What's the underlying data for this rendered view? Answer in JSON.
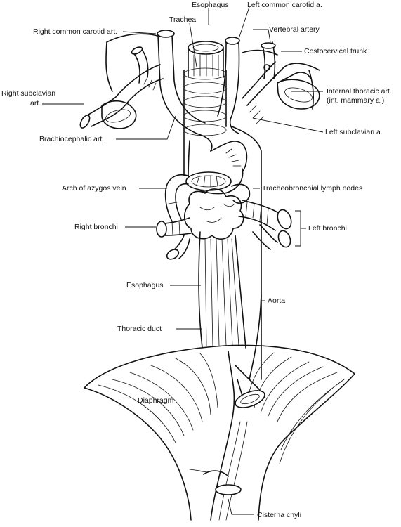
{
  "labels": {
    "esophagus_top": "Esophagus",
    "left_common_carotid": "Left common carotid a.",
    "trachea": "Trachea",
    "right_common_carotid": "Right common carotid art.",
    "vertebral_artery": "Vertebral artery",
    "costocervical_trunk": "Costocervical trunk",
    "right_subclavian_1": "Right subclavian",
    "right_subclavian_2": "art.",
    "internal_thoracic_1": "Internal thoracic art.",
    "internal_thoracic_2": "(int. mammary a.)",
    "left_subclavian": "Left subclavian a.",
    "brachiocephalic": "Brachiocephalic art.",
    "arch_azygos": "Arch of azygos vein",
    "tracheobronchial": "Tracheobronchial lymph nodes",
    "right_bronchi": "Right bronchi",
    "left_bronchi": "Left bronchi",
    "esophagus_mid": "Esophagus",
    "aorta": "Aorta",
    "thoracic_duct": "Thoracic duct",
    "diaphragm": "Diaphragm",
    "cisterna_chyli": "Cisterna chyli"
  }
}
